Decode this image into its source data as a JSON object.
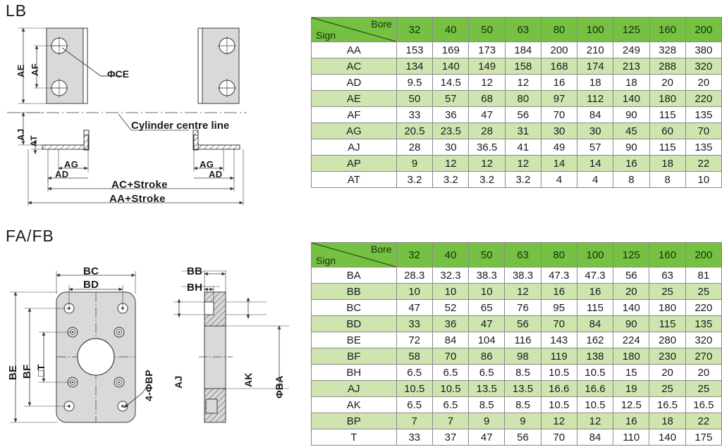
{
  "sections": {
    "lb": {
      "title": "LB",
      "drawing_labels": {
        "ae": "AE",
        "af": "AF",
        "ce": "ΦCE",
        "centre_line": "Cylinder centre line",
        "aj": "AJ",
        "at": "AT",
        "ag_left": "AG",
        "ad_left": "AD",
        "ag_right": "AG",
        "ad_right": "AD",
        "ac_stroke": "AC+Stroke",
        "aa_stroke": "AA+Stroke"
      }
    },
    "fafb": {
      "title": "FA/FB",
      "drawing_labels": {
        "bc": "BC",
        "bd": "BD",
        "be": "BE",
        "bf": "BF",
        "t_square": "□T",
        "bp": "4-ΦBP",
        "bb": "BB",
        "bh": "BH",
        "aj": "AJ",
        "ak": "AK",
        "ba": "ΦBA"
      }
    }
  },
  "colors": {
    "header_green": "#76c043",
    "row_green": "#cfe5b0",
    "row_white": "#ffffff",
    "border": "#8a8a8a",
    "drawing_fill": "#d9d9d9",
    "drawing_line": "#3a3a3a"
  },
  "tables": {
    "lb": {
      "corner": {
        "row_label": "Sign",
        "col_label": "Bore"
      },
      "columns": [
        "32",
        "40",
        "50",
        "63",
        "80",
        "100",
        "125",
        "160",
        "200"
      ],
      "rows": [
        {
          "sign": "AA",
          "values": [
            "153",
            "169",
            "173",
            "184",
            "200",
            "210",
            "249",
            "328",
            "380"
          ]
        },
        {
          "sign": "AC",
          "values": [
            "134",
            "140",
            "149",
            "158",
            "168",
            "174",
            "213",
            "288",
            "320"
          ]
        },
        {
          "sign": "AD",
          "values": [
            "9.5",
            "14.5",
            "12",
            "12",
            "16",
            "18",
            "18",
            "20",
            "20"
          ]
        },
        {
          "sign": "AE",
          "values": [
            "50",
            "57",
            "68",
            "80",
            "97",
            "112",
            "140",
            "180",
            "220"
          ]
        },
        {
          "sign": "AF",
          "values": [
            "33",
            "36",
            "47",
            "56",
            "70",
            "84",
            "90",
            "115",
            "135"
          ]
        },
        {
          "sign": "AG",
          "values": [
            "20.5",
            "23.5",
            "28",
            "31",
            "30",
            "30",
            "45",
            "60",
            "70"
          ]
        },
        {
          "sign": "AJ",
          "values": [
            "28",
            "30",
            "36.5",
            "41",
            "49",
            "57",
            "90",
            "115",
            "135"
          ]
        },
        {
          "sign": "AP",
          "values": [
            "9",
            "12",
            "12",
            "12",
            "14",
            "14",
            "16",
            "18",
            "22"
          ]
        },
        {
          "sign": "AT",
          "values": [
            "3.2",
            "3.2",
            "3.2",
            "3.2",
            "4",
            "4",
            "8",
            "8",
            "10"
          ]
        }
      ]
    },
    "fafb": {
      "corner": {
        "row_label": "Sign",
        "col_label": "Bore"
      },
      "columns": [
        "32",
        "40",
        "50",
        "63",
        "80",
        "100",
        "125",
        "160",
        "200"
      ],
      "rows": [
        {
          "sign": "BA",
          "values": [
            "28.3",
            "32.3",
            "38.3",
            "38.3",
            "47.3",
            "47.3",
            "56",
            "63",
            "81"
          ]
        },
        {
          "sign": "BB",
          "values": [
            "10",
            "10",
            "10",
            "12",
            "16",
            "16",
            "20",
            "25",
            "25"
          ]
        },
        {
          "sign": "BC",
          "values": [
            "47",
            "52",
            "65",
            "76",
            "95",
            "115",
            "140",
            "180",
            "220"
          ]
        },
        {
          "sign": "BD",
          "values": [
            "33",
            "36",
            "47",
            "56",
            "70",
            "84",
            "90",
            "115",
            "135"
          ]
        },
        {
          "sign": "BE",
          "values": [
            "72",
            "84",
            "104",
            "116",
            "143",
            "162",
            "224",
            "280",
            "320"
          ]
        },
        {
          "sign": "BF",
          "values": [
            "58",
            "70",
            "86",
            "98",
            "119",
            "138",
            "180",
            "230",
            "270"
          ]
        },
        {
          "sign": "BH",
          "values": [
            "6.5",
            "6.5",
            "6.5",
            "8.5",
            "10.5",
            "10.5",
            "15",
            "20",
            "20"
          ]
        },
        {
          "sign": "AJ",
          "values": [
            "10.5",
            "10.5",
            "13.5",
            "13.5",
            "16.6",
            "16.6",
            "19",
            "25",
            "25"
          ]
        },
        {
          "sign": "AK",
          "values": [
            "6.5",
            "6.5",
            "8.5",
            "8.5",
            "10.5",
            "10.5",
            "12.5",
            "16.5",
            "16.5"
          ]
        },
        {
          "sign": "BP",
          "values": [
            "7",
            "7",
            "9",
            "9",
            "12",
            "12",
            "16",
            "18",
            "22"
          ]
        },
        {
          "sign": "T",
          "values": [
            "33",
            "37",
            "47",
            "56",
            "70",
            "84",
            "110",
            "140",
            "175"
          ]
        }
      ]
    }
  }
}
